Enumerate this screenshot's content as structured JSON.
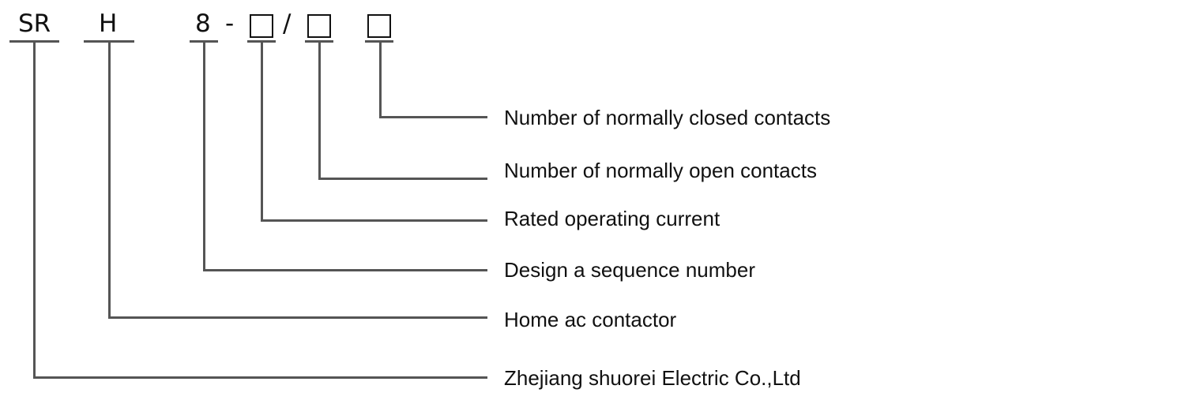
{
  "model_code": {
    "series": "SR",
    "type": "H",
    "design_no": "8",
    "dash": "-",
    "slash": "/",
    "placeholders": [
      "□",
      "□",
      "□"
    ]
  },
  "legend": [
    {
      "key": "box3",
      "label": "Number of normally closed contacts"
    },
    {
      "key": "box2",
      "label": "Number of normally open contacts"
    },
    {
      "key": "box1",
      "label": "Rated operating current"
    },
    {
      "key": "design_no",
      "label": "Design a sequence number"
    },
    {
      "key": "type",
      "label": "Home ac contactor"
    },
    {
      "key": "series",
      "label": "Zhejiang shuorei Electric Co.,Ltd"
    }
  ],
  "colors": {
    "line": "#555555",
    "text": "#111111",
    "background": "#ffffff"
  }
}
